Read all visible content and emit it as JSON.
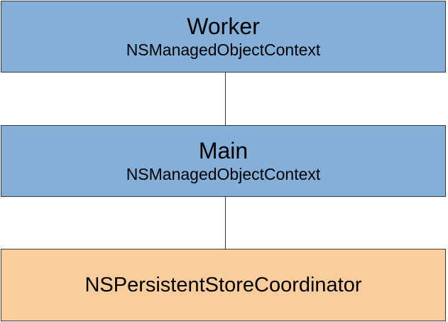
{
  "diagram": {
    "nodes": [
      {
        "title": "Worker",
        "subtitle": "NSManagedObjectContext",
        "fill": "#84afd8"
      },
      {
        "title": "Main",
        "subtitle": "NSManagedObjectContext",
        "fill": "#84afd8"
      },
      {
        "title": "NSPersistentStoreCoordinator",
        "fill": "#fbcd9d"
      }
    ],
    "edges": [
      {
        "from": 0,
        "to": 1
      },
      {
        "from": 1,
        "to": 2
      }
    ],
    "colors": {
      "border": "#3a3a3a",
      "line": "#3a3a3a"
    }
  }
}
